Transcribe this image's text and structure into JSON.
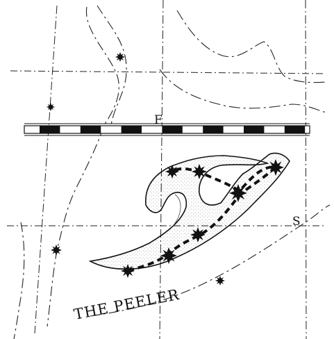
{
  "map": {
    "constellation_name": "THE PEELER",
    "marker_f": "F",
    "marker_s": "S",
    "colors": {
      "ink": "#111111",
      "paper": "#ffffff",
      "stipple": "#9a9a9a"
    },
    "icons": {
      "star": "eight-point-star-icon"
    }
  }
}
